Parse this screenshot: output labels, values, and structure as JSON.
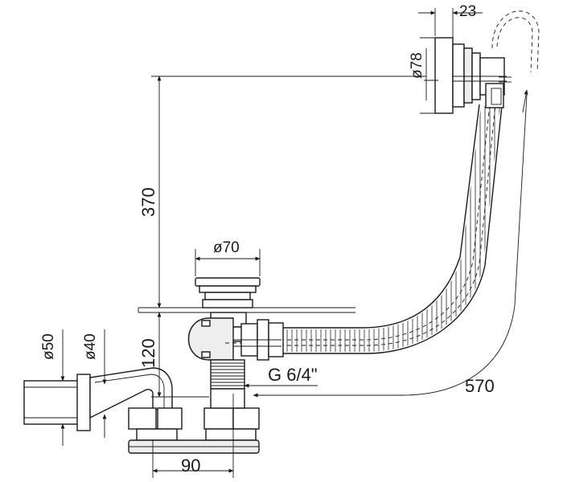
{
  "diagram": {
    "dimensions": {
      "overflow_width": "23",
      "overflow_diameter": "ø78",
      "height_overflow": "370",
      "drain_cap_diameter": "ø70",
      "siphon_height": "120",
      "outlet_diameter_outer": "ø50",
      "outlet_diameter_inner": "ø40",
      "thread": "G 6/4\"",
      "base_width": "90",
      "hose_length": "570"
    }
  }
}
